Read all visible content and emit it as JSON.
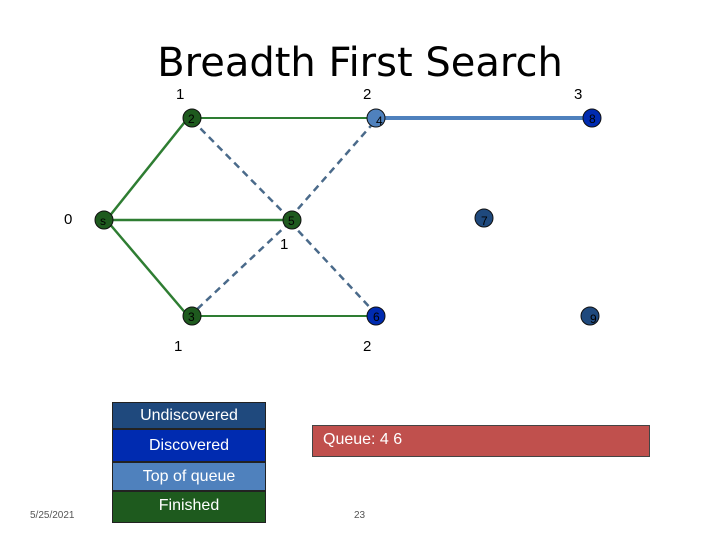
{
  "title": "Breadth First Search",
  "levels": {
    "l_top_a": "1",
    "l_top_b": "2",
    "l_top_c": "3",
    "l_left": "0",
    "l_mid": "1",
    "l_bot_a": "1",
    "l_bot_b": "2"
  },
  "nodes": {
    "n2": "2",
    "n4": "4",
    "n8": "8",
    "ns": "s",
    "n5": "5",
    "n7": "7",
    "n3": "3",
    "n6": "6",
    "n9": "9"
  },
  "legend": {
    "undiscovered": "Undiscovered",
    "discovered": "Discovered",
    "top_of_queue": "Top of queue",
    "finished": "Finished"
  },
  "queue_text": "Queue: 4 6",
  "footer": {
    "date": "5/25/2021",
    "page": "23"
  },
  "colors": {
    "undiscovered": "#1f497d",
    "discovered": "#002bb0",
    "top_of_queue": "#4f81bd",
    "finished": "#1e5a1e",
    "queue": "#c0504d",
    "tree_edge": "#2e7d32",
    "dashed_edge": "#4a6a8a",
    "highlight_edge": "#4f81bd"
  }
}
